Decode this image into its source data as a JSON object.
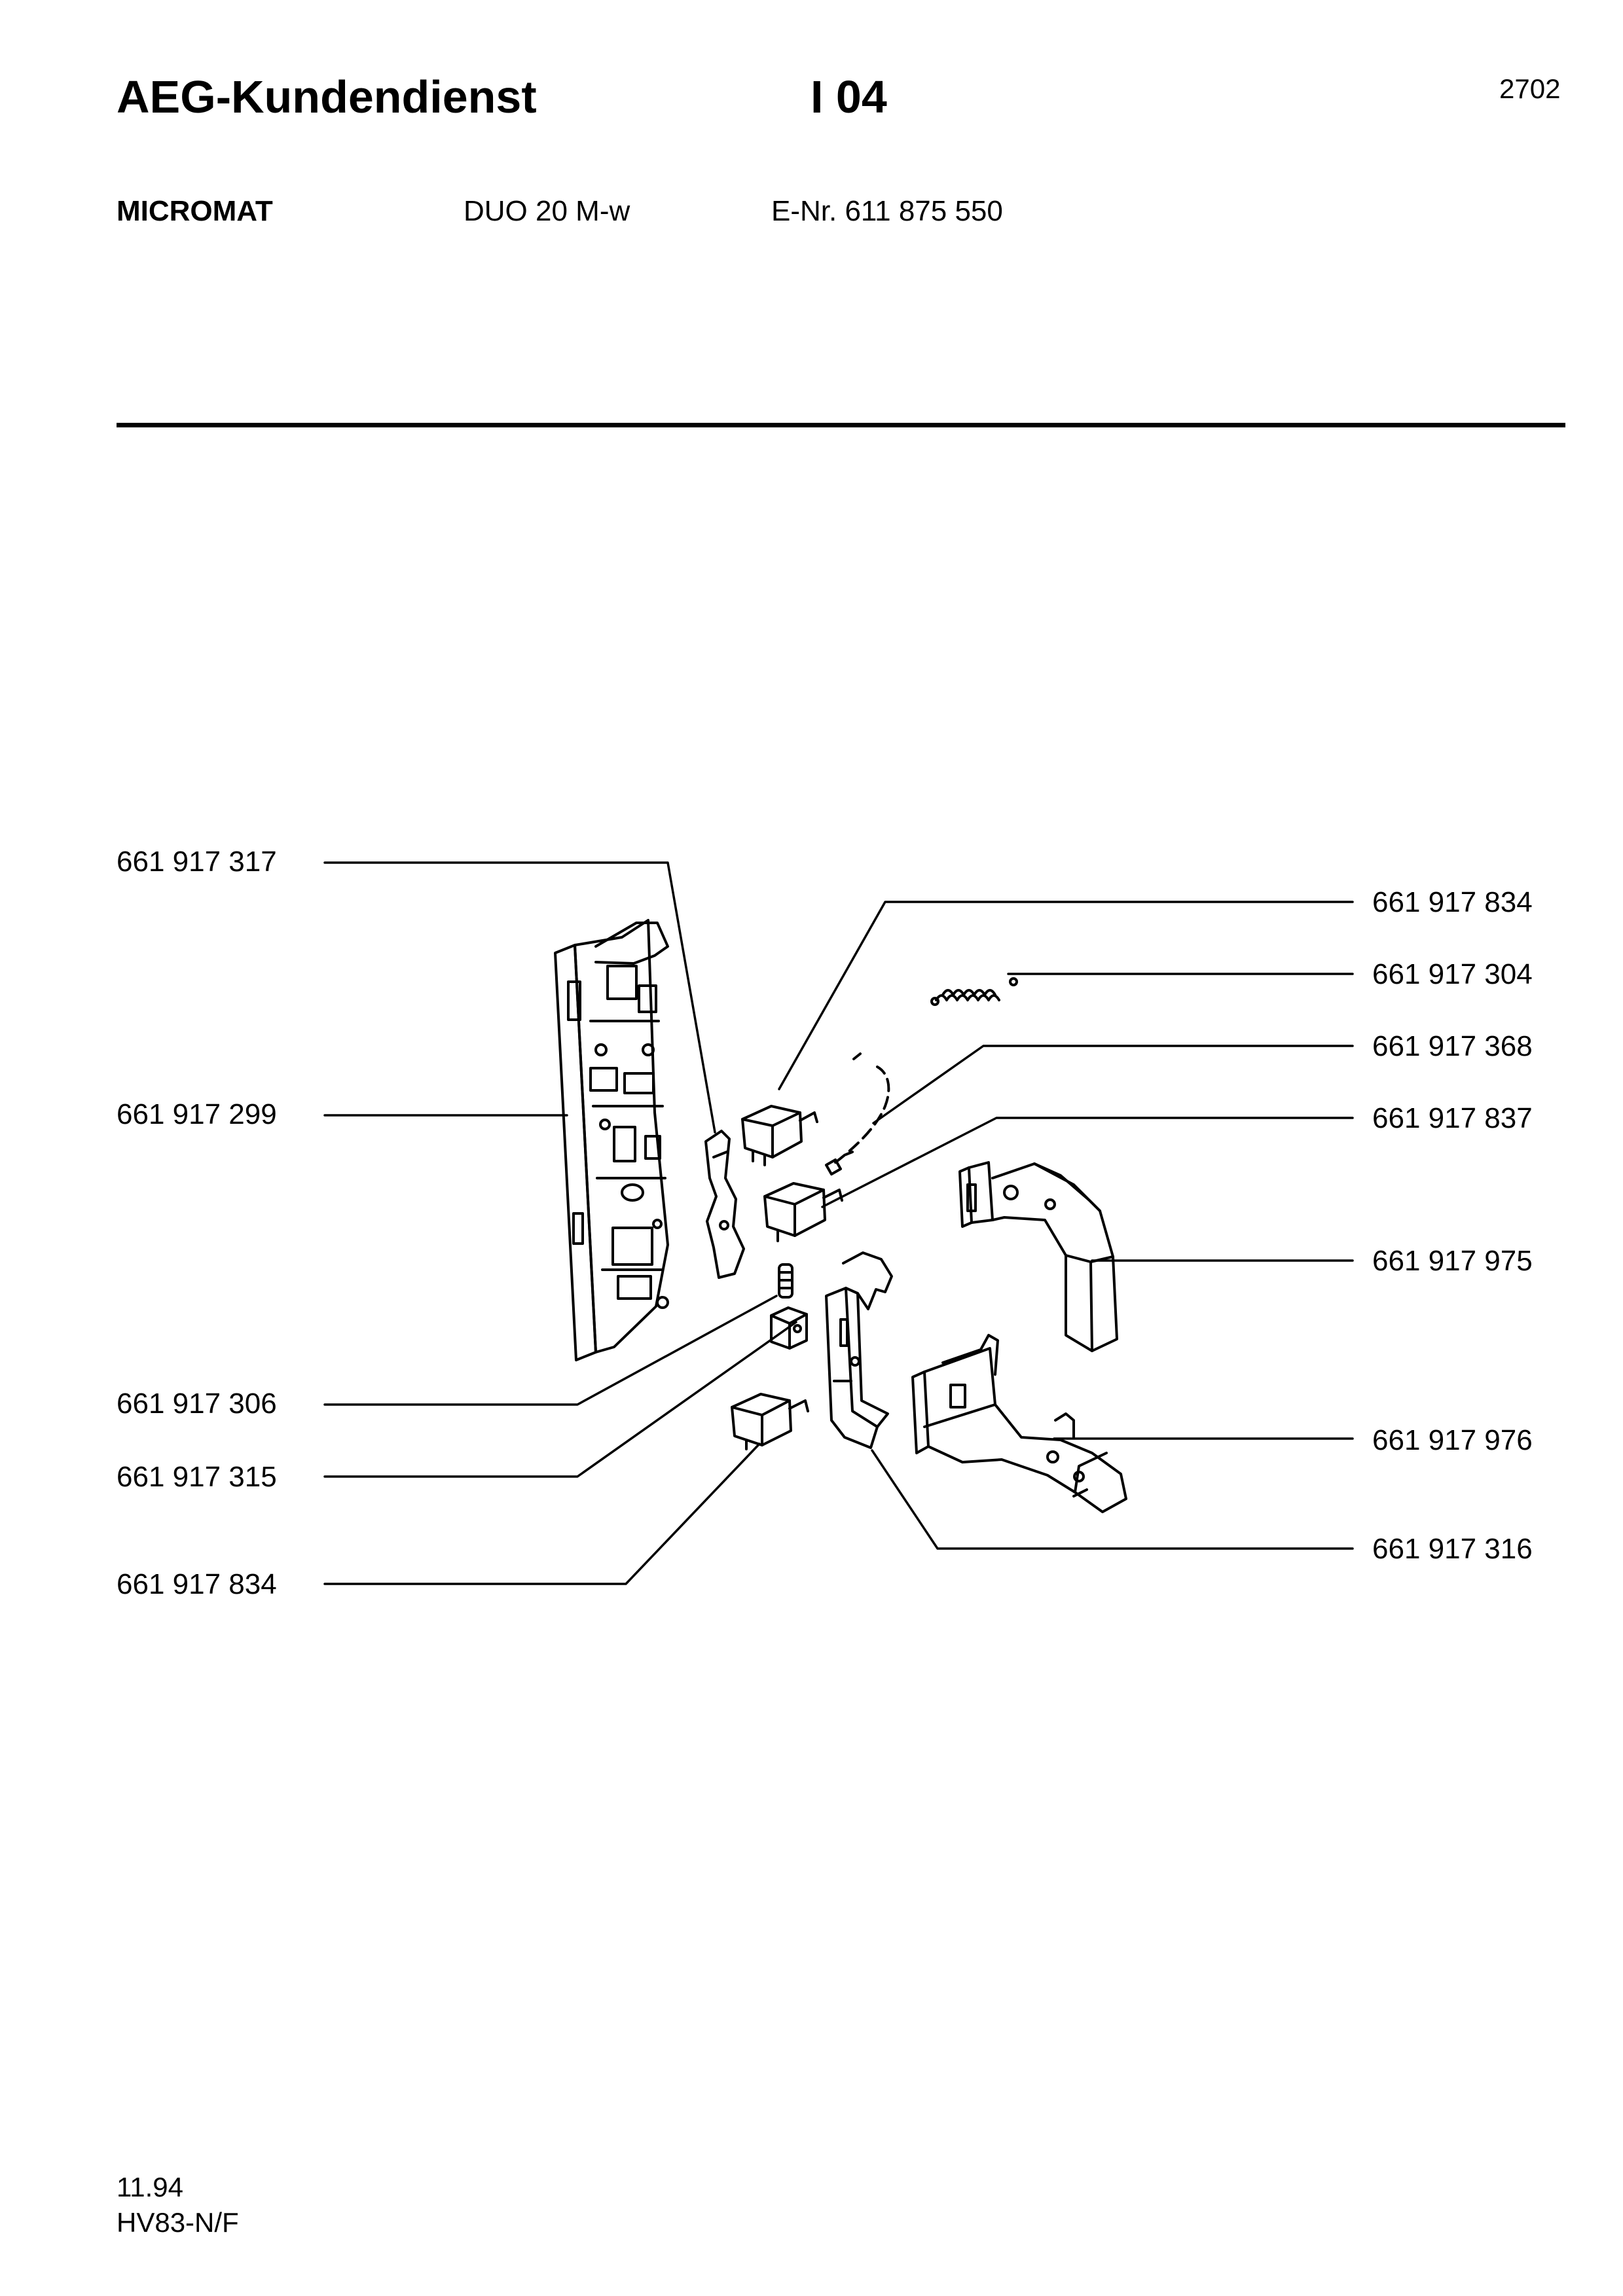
{
  "header": {
    "brand": "AEG-Kundendienst",
    "section": "I 04",
    "page_number": "2702"
  },
  "product": {
    "name": "MICROMAT",
    "model": "DUO 20 M-w",
    "e_number": "E-Nr. 611 875 550"
  },
  "parts_left": [
    {
      "id": "p1",
      "number": "661 917 317"
    },
    {
      "id": "p2",
      "number": "661 917 299"
    },
    {
      "id": "p3",
      "number": "661 917 306"
    },
    {
      "id": "p4",
      "number": "661 917 315"
    },
    {
      "id": "p5",
      "number": "661 917 834"
    }
  ],
  "parts_right": [
    {
      "id": "p6",
      "number": "661 917 834"
    },
    {
      "id": "p7",
      "number": "661 917 304"
    },
    {
      "id": "p8",
      "number": "661 917 368"
    },
    {
      "id": "p9",
      "number": "661 917 837"
    },
    {
      "id": "p10",
      "number": "661 917 975"
    },
    {
      "id": "p11",
      "number": "661 917 976"
    },
    {
      "id": "p12",
      "number": "661 917 316"
    }
  ],
  "footer": {
    "date": "11.94",
    "code": "HV83-N/F"
  }
}
